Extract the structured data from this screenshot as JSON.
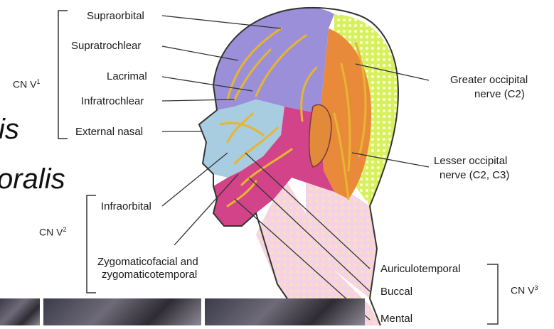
{
  "left_text_fragments": [
    "is",
    "oralis"
  ],
  "nerve_groups": [
    {
      "name": "CN V",
      "sup": "1"
    },
    {
      "name": "CN V",
      "sup": "2"
    },
    {
      "name": "CN V",
      "sup": "3"
    }
  ],
  "labels": {
    "supraorbital": "Supraorbital",
    "supratrochlear": "Supratrochlear",
    "lacrimal": "Lacrimal",
    "infratrochlear": "Infratrochlear",
    "external_nasal": "External nasal",
    "infraorbital": "Infraorbital",
    "zygomatic_line1": "Zygomaticofacial and",
    "zygomatic_line2": "zygomaticotemporal",
    "greater_occipital_line1": "Greater occipital",
    "greater_occipital_line2": "nerve (C2)",
    "lesser_occipital_line1": "Lesser occipital",
    "lesser_occipital_line2": "nerve (C2, C3)",
    "auriculotemporal": "Auriculotemporal",
    "buccal": "Buccal",
    "mental": "Mental"
  },
  "colors": {
    "cn_v1": "#9a8fd8",
    "cn_v2": "#a9cde0",
    "cn_v3": "#d2438a",
    "greater_occipital": "#e88a3a",
    "lesser_occipital": "#d8f060",
    "neck": "#f3c6dc",
    "nerve": "#e8b530"
  }
}
